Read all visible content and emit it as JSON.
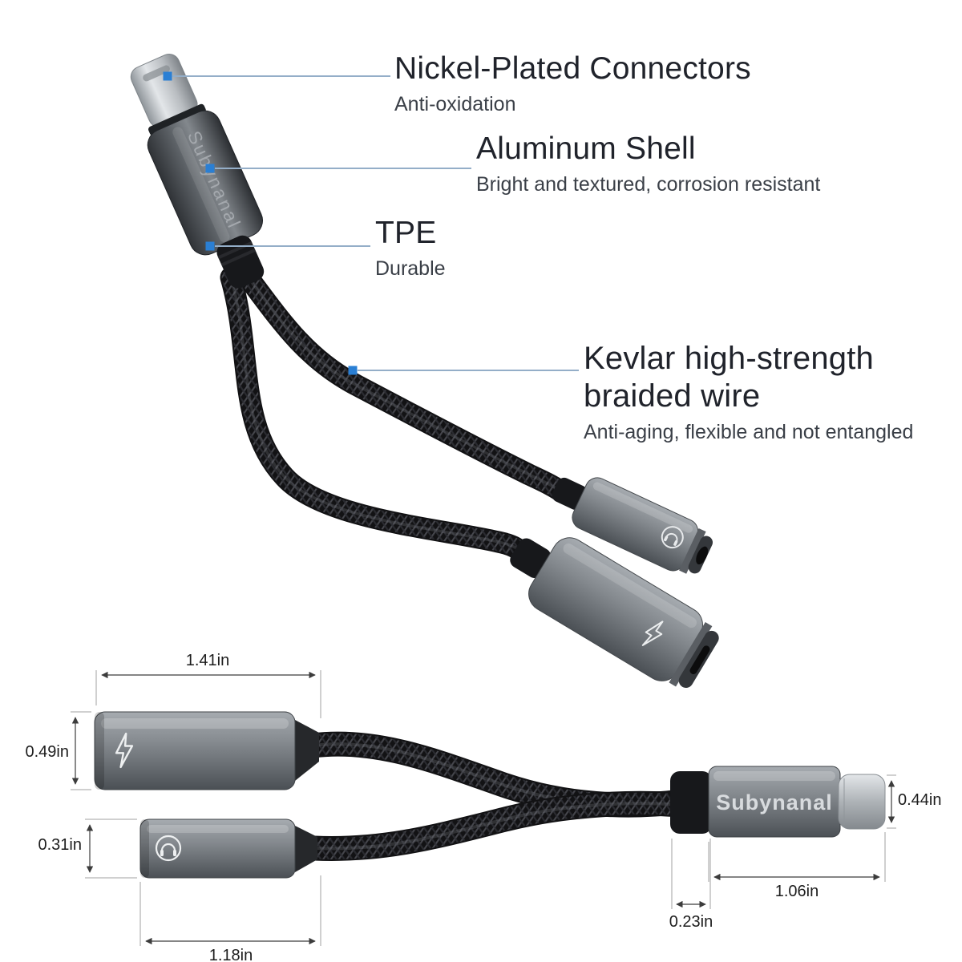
{
  "brand": "Subynanal",
  "callouts": [
    {
      "title": "Nickel-Plated Connectors",
      "subtitle": "Anti-oxidation"
    },
    {
      "title": "Aluminum Shell",
      "subtitle": "Bright and textured, corrosion resistant"
    },
    {
      "title": "TPE",
      "subtitle": "Durable"
    },
    {
      "title": "Kevlar high-strength braided wire",
      "subtitle": "Anti-aging, flexible and not entangled"
    }
  ],
  "dimensions": {
    "charge_port_length": "1.41in",
    "charge_port_height": "0.49in",
    "audio_port_height": "0.31in",
    "audio_port_length": "1.18in",
    "neck_width": "0.23in",
    "plug_length": "1.06in",
    "plug_height": "0.44in"
  },
  "icons": {
    "charge_port": "lightning-icon",
    "audio_port": "headphones-icon",
    "marker": "blue-dot"
  },
  "colors": {
    "accent_blue": "#2a7fd4",
    "callout_line": "#94aec8",
    "text_dark": "#20232b",
    "metal_light": "#a9aeb3",
    "metal_dark": "#34373b",
    "cable_black": "#141416"
  }
}
